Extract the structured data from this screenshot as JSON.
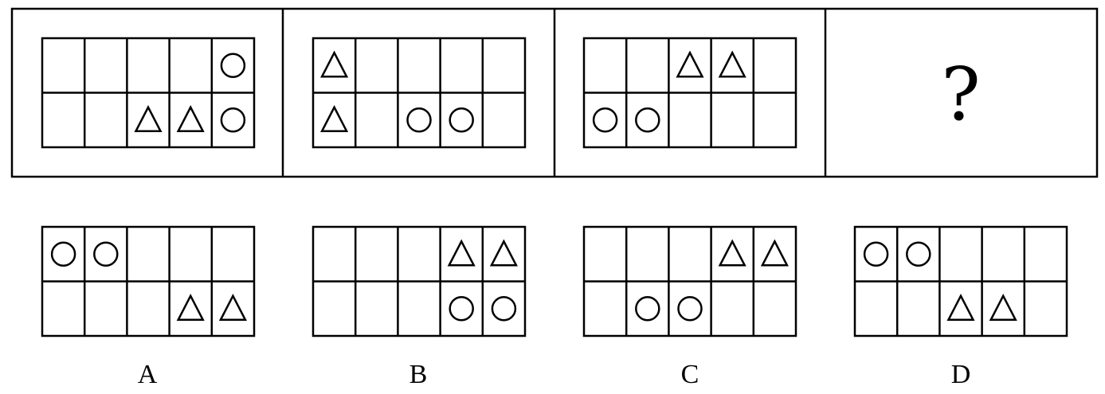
{
  "question": {
    "panels": [
      {
        "cells": [
          [
            "",
            "",
            "",
            "",
            "circle"
          ],
          [
            "",
            "",
            "triangle",
            "triangle",
            "circle"
          ]
        ]
      },
      {
        "cells": [
          [
            "triangle",
            "",
            "",
            "",
            ""
          ],
          [
            "triangle",
            "",
            "circle",
            "circle",
            ""
          ]
        ]
      },
      {
        "cells": [
          [
            "",
            "",
            "triangle",
            "triangle",
            ""
          ],
          [
            "circle",
            "circle",
            "",
            "",
            ""
          ]
        ]
      }
    ],
    "unknown_mark": "?"
  },
  "options": [
    {
      "label": "A",
      "cells": [
        [
          "circle",
          "circle",
          "",
          "",
          ""
        ],
        [
          "",
          "",
          "",
          "triangle",
          "triangle"
        ]
      ]
    },
    {
      "label": "B",
      "cells": [
        [
          "",
          "",
          "",
          "triangle",
          "triangle"
        ],
        [
          "",
          "",
          "",
          "circle",
          "circle"
        ]
      ]
    },
    {
      "label": "C",
      "cells": [
        [
          "",
          "",
          "",
          "triangle",
          "triangle"
        ],
        [
          "",
          "circle",
          "circle",
          "",
          ""
        ]
      ]
    },
    {
      "label": "D",
      "cells": [
        [
          "circle",
          "circle",
          "",
          "",
          ""
        ],
        [
          "",
          "",
          "triangle",
          "triangle",
          ""
        ]
      ]
    }
  ],
  "icons": {
    "circle": "circle-icon",
    "triangle": "triangle-icon"
  }
}
